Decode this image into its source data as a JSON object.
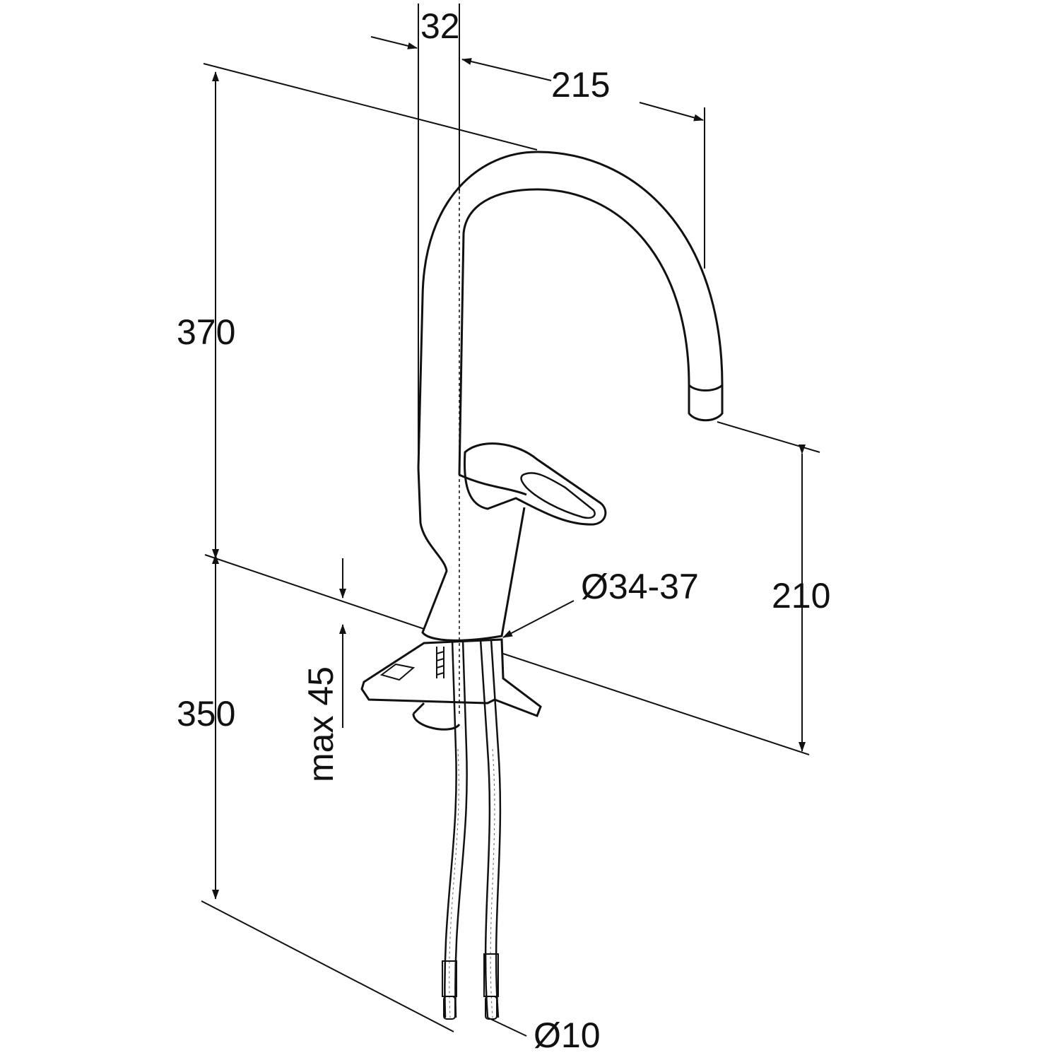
{
  "drawing": {
    "dimensions": {
      "spout_width": "32",
      "reach": "215",
      "total_height": "370",
      "spout_height": "210",
      "hole_diameter": "Ø34-37",
      "max_deck_thickness": "max 45",
      "hose_length": "350",
      "hose_diameter": "Ø10"
    },
    "colors": {
      "line": "#111111",
      "background": "#ffffff"
    }
  }
}
